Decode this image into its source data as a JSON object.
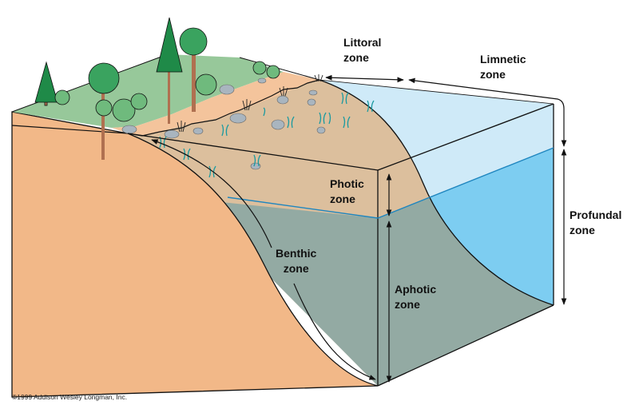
{
  "labels": {
    "littoral": [
      "Littoral",
      "zone"
    ],
    "limnetic": [
      "Limnetic",
      "zone"
    ],
    "profundal": [
      "Profundal",
      "zone"
    ],
    "photic": [
      "Photic",
      "zone"
    ],
    "benthic": [
      "Benthic",
      "zone"
    ],
    "aphotic": [
      "Aphotic",
      "zone"
    ]
  },
  "copyright": "©1999 Addison Wesley Longman, Inc.",
  "colors": {
    "land_side": "#f2b888",
    "sediment": "#dcbf9d",
    "deep_bed": "#93aaa3",
    "grass": "#97c89a",
    "beach": "#f4c49c",
    "surface_water": "#cfeaf8",
    "deep_water": "#7dcdf1",
    "photic_line": "#1f86bf",
    "tree": "#2f9a56",
    "aquatic_plant": "#1a9aa0"
  }
}
